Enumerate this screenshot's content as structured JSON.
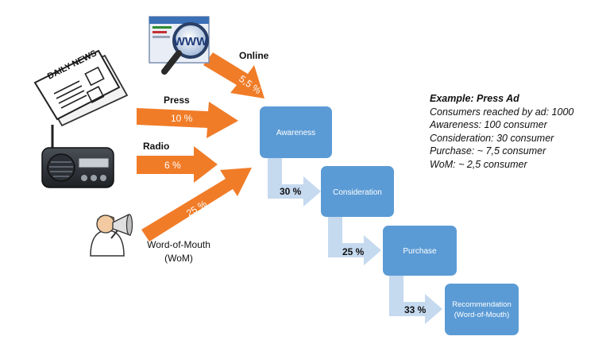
{
  "channels": {
    "online": {
      "label": "Online",
      "rate": "5,5 %"
    },
    "press": {
      "label": "Press",
      "rate": "10 %"
    },
    "radio": {
      "label": "Radio",
      "rate": "6 %"
    },
    "wom": {
      "label_line1": "Word-of-Mouth",
      "label_line2": "(WoM)",
      "rate": "25 %"
    }
  },
  "icons": {
    "online": "www-magnifier-icon",
    "press": "newspaper-icon",
    "newspaper_text": "DAILY NEWS",
    "radio": "radio-icon",
    "wom": "megaphone-person-icon"
  },
  "funnel": {
    "stages": [
      "Awareness",
      "Consideration",
      "Purchase",
      "Recommendation",
      "(Word-of-Mouth)"
    ],
    "conversions": [
      "30 %",
      "25 %",
      "33 %"
    ]
  },
  "example": {
    "title": "Example: Press Ad",
    "lines": [
      "Consumers reached by ad: 1000",
      "Awareness: 100 consumer",
      "Consideration: 30 consumer",
      "Purchase: ~ 7,5 consumer",
      "WoM: ~ 2,5 consumer"
    ]
  },
  "colors": {
    "arrow_orange": "#f07c28",
    "box_blue": "#5b9bd5",
    "connector_light_blue": "#c5d9ef",
    "box_text": "#ffffff"
  }
}
